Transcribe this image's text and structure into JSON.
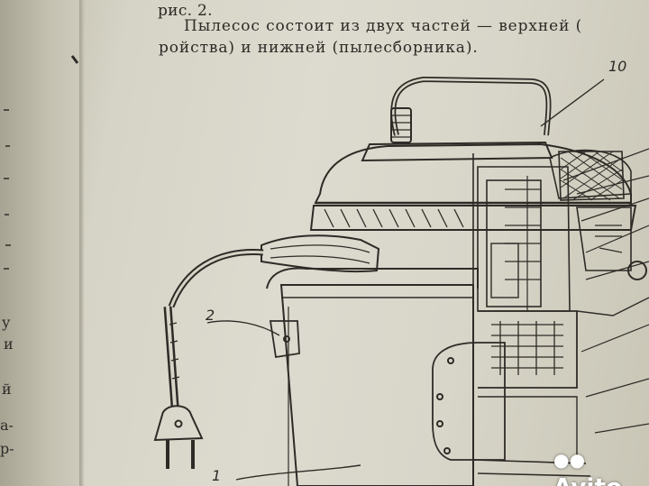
{
  "page": {
    "caption_line1": "рис. 2.",
    "caption_line2": "Пылесос состоит из двух частей — верхней (",
    "caption_line3": "ройства) и нижней (пылесборника).",
    "left_page_fragments": [
      "у",
      "и",
      "й",
      "а-",
      "р-"
    ]
  },
  "drawing": {
    "callouts": [
      "10",
      "2",
      "1"
    ]
  },
  "watermark": {
    "text": "Avito",
    "color": "#ffffff"
  }
}
